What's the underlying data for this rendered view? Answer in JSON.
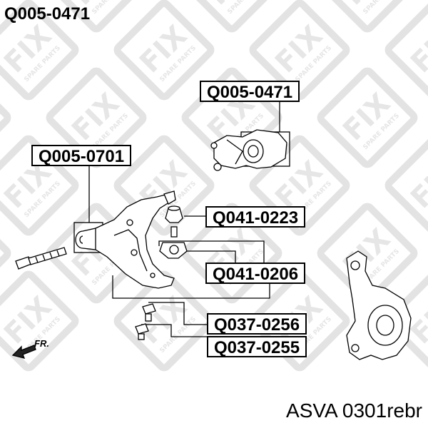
{
  "header": {
    "part_number": "Q005-0471"
  },
  "labels": {
    "q005_0471": "Q005-0471",
    "q005_0701": "Q005-0701",
    "q041_0223": "Q041-0223",
    "q041_0206": "Q041-0206",
    "q037_0256": "Q037-0256",
    "q037_0255": "Q037-0255"
  },
  "direction_marker": {
    "text": "FR."
  },
  "watermark": {
    "brand": "FIX",
    "tagline": "SPARE PARTS"
  },
  "footer": {
    "reference": "ASVA 0301rebr"
  }
}
